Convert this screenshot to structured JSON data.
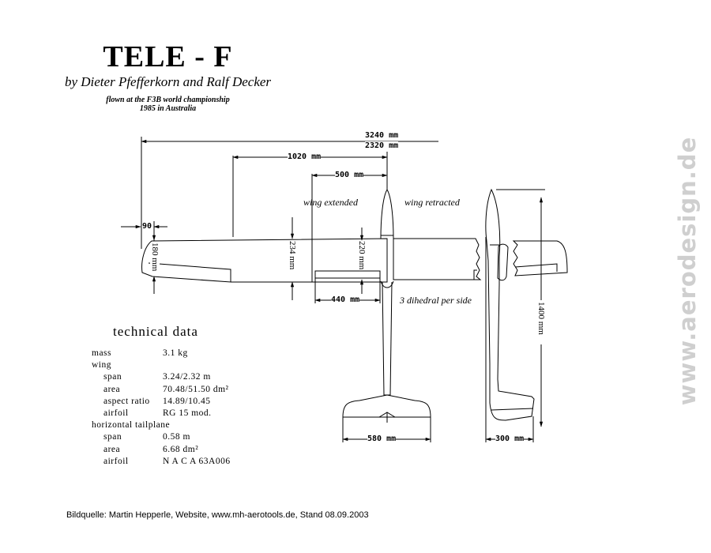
{
  "header": {
    "title": "TELE - F",
    "byline": "by Dieter Pfefferkorn and Ralf Decker",
    "flown_line1": "flown at the F3B world championship",
    "flown_line2": "1985 in Australia"
  },
  "dimensions": {
    "span_extended": "3240 mm",
    "span_retracted": "2320 mm",
    "outer_panel": "1020 mm",
    "inner_span": "500 mm",
    "tip_offset": "90",
    "tip_chord": "180 mm",
    "mid_chord": "234 mm",
    "root_chord": "220 mm",
    "flap_span": "440 mm",
    "length": "1400 mm",
    "tail_span": "580 mm",
    "side_height": "300 mm"
  },
  "notes": {
    "wing_extended": "wing extended",
    "wing_retracted": "wing retracted",
    "dihedral": "3  dihedral per side"
  },
  "technical_data": {
    "title": "technical data",
    "rows": [
      {
        "label": "mass",
        "value": "3.1 kg",
        "indent": false
      },
      {
        "label": "wing",
        "value": "",
        "indent": false
      },
      {
        "label": "span",
        "value": "3.24/2.32 m",
        "indent": true
      },
      {
        "label": "area",
        "value": "70.48/51.50 dm²",
        "indent": true
      },
      {
        "label": "aspect ratio",
        "value": "14.89/10.45",
        "indent": true
      },
      {
        "label": "airfoil",
        "value": "RG 15 mod.",
        "indent": true
      },
      {
        "label": "horizontal tailplane",
        "value": "",
        "indent": false
      },
      {
        "label": "span",
        "value": "0.58 m",
        "indent": true
      },
      {
        "label": "area",
        "value": "6.68 dm²",
        "indent": true
      },
      {
        "label": "airfoil",
        "value": "N A C A  63A006",
        "indent": true
      }
    ]
  },
  "source": "Bildquelle: Martin Hepperle, Website, www.mh-aerotools.de, Stand 08.09.2003",
  "watermark": "www.aerodesign.de",
  "colors": {
    "line": "#000000",
    "watermark": "#cfcfcf"
  }
}
